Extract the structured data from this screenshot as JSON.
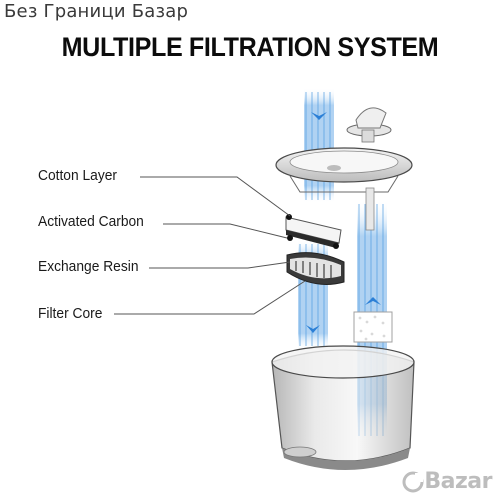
{
  "header": {
    "store_name": "Без Граници Базар",
    "title": "MULTIPLE FILTRATION SYSTEM"
  },
  "layers": [
    {
      "label": "Cotton Layer"
    },
    {
      "label": "Activated Carbon"
    },
    {
      "label": "Exchange Resin"
    },
    {
      "label": "Filter Core"
    }
  ],
  "watermark": {
    "logo_text": "Bazar",
    "icon": "bazar-logo-icon"
  },
  "colors": {
    "accent_blue": "#2b7fd6",
    "text": "#1a1a1a",
    "title": "#0c0c0c",
    "watermark": "#bdbdbd"
  }
}
